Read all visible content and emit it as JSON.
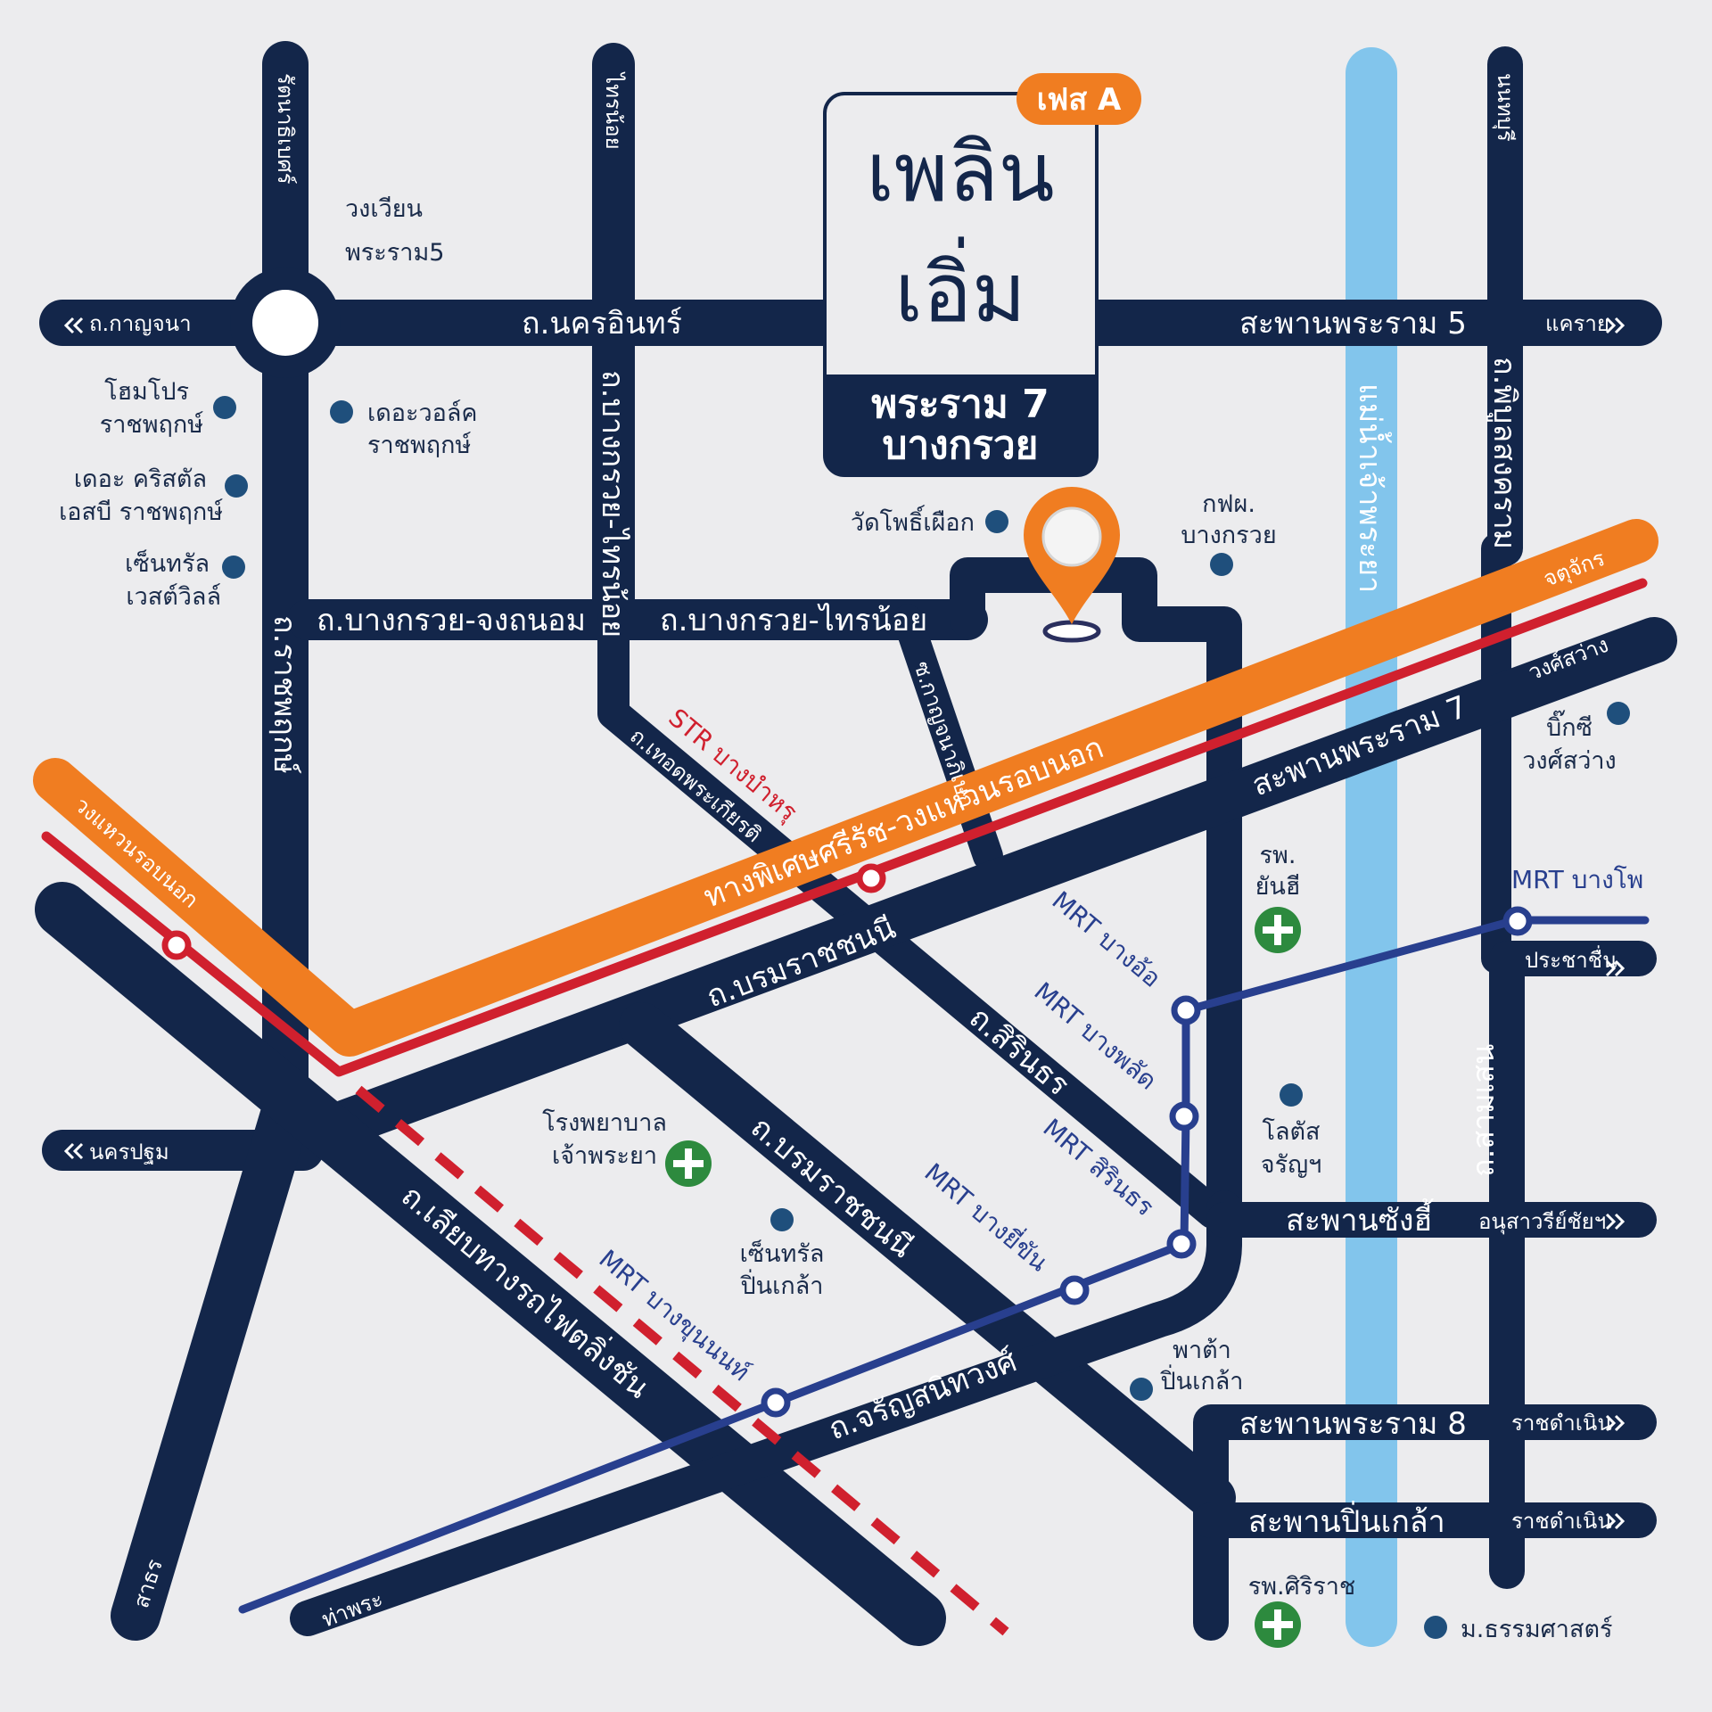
{
  "logo": {
    "badge": "เฟส A",
    "name_line1": "เพลิน",
    "name_line2": "เอิ่ม",
    "location_line1": "พระราม 7",
    "location_line2": "บางกรวย"
  },
  "roads": {
    "ratchaphruek_top": "รัตนาธิเบศร์",
    "sai_noi_top": "ไทรน้อย",
    "nonthaburi_top": "นนทบุรี",
    "roundabout_line1": "วงเวียน",
    "roundabout_line2": "พระราม5",
    "kanchana": "ถ.กาญจนา",
    "nakhon_in": "ถ.นครอินทร์",
    "rama5_bridge": "สะพานพระราม 5",
    "khae_rai": "แคราย",
    "bangkruai_saino_vertical": "ถ.บางกรวย-ไทรน้อย",
    "phibun": "ถ.พิบูลสงคราม",
    "ratchaphruek_v": "ถ.ราชพฤกษ์",
    "bangkruai_jongthanom": "ถ.บางกรวย-จงถนอม",
    "bangkruai_sainoi_h": "ถ.บางกรวย-ไทรน้อย",
    "soi_kanjanathit": "ซ.กาญจนาภิเษก",
    "thoet_phrakiat": "ถ.เทอดพระเกียรติ",
    "chatuchak": "จตุจักร",
    "wongsawang": "วงศ์สว่าง",
    "rama7_bridge": "สะพานพระราม 7",
    "outer_ring_left": "วงแหวนรอบนอก",
    "expressway": "ทางพิเศษศรีรัช-วงแหวนรอบนอก",
    "borommaratchachonnani_1": "ถ.บรมราชชนนี",
    "sirinthorn": "ถ.สิรินธร",
    "prachachuen": "ประชาชื่น",
    "samsen": "ถ.สามเสน",
    "nakhon_pathom": "นครปฐม",
    "borommaratchachonnani_2": "ถ.บรมราชชนนี",
    "sang_hi_bridge": "สะพานซังฮี้",
    "victory_monument": "อนุสาวรีย์ชัยฯ",
    "liap_rotfai": "ถ.เลียบทางรถไฟตลิ่งชัน",
    "charansanitwong": "ถ.จรัญสนิทวงศ์",
    "rama8_bridge": "สะพานพระราม 8",
    "ratchadamnoen_1": "ราชดำเนิน",
    "pinklao_bridge": "สะพานปิ่นเกล้า",
    "ratchadamnoen_2": "ราชดำเนิน",
    "sathon": "สาธร",
    "tha_phra": "ท่าพระ",
    "river": "แม่น้ำเจ้าพระยา"
  },
  "transit": {
    "str_bang_bamru": "STR บางบำหรุ",
    "mrt_bang_pho": "MRT บางโพ",
    "mrt_bang_o": "MRT บางอ้อ",
    "mrt_bang_phlat": "MRT บางพลัด",
    "mrt_sirinthorn": "MRT สิรินธร",
    "mrt_bang_yikhan": "MRT บางยี่ขัน",
    "mrt_bang_khun_non": "MRT บางขุนนนท์"
  },
  "places": {
    "homepro_1": "โฮมโปร",
    "homepro_2": "ราชพฤกษ์",
    "crystal_1": "เดอะ คริสตัล",
    "crystal_2": "เอสบี ราชพฤกษ์",
    "central_west_1": "เซ็นทรัล",
    "central_west_2": "เวสต์วิลล์",
    "walk_1": "เดอะวอล์ค",
    "walk_2": "ราชพฤกษ์",
    "wat_1": "วัดโพธิ์เผือก",
    "egat_1": "กฟผ.",
    "egat_2": "บางกรวย",
    "bigc_1": "บิ๊กซี",
    "bigc_2": "วงศ์สว่าง",
    "yanhee_1": "รพ.",
    "yanhee_2": "ยันฮี",
    "chaophraya_1": "โรงพยาบาล",
    "chaophraya_2": "เจ้าพระยา",
    "lotus_1": "โลตัส",
    "lotus_2": "จรัญฯ",
    "central_pinklao_1": "เซ็นทรัล",
    "central_pinklao_2": "ปิ่นเกล้า",
    "pata_1": "พาต้า",
    "pata_2": "ปิ่นเกล้า",
    "siriraj": "รพ.ศิริราช",
    "thammasat": "ม.ธรรมศาสตร์"
  },
  "colors": {
    "road": "#13264a",
    "expressway": "#f07d21",
    "str_line": "#d0202e",
    "mrt_line": "#283f8e",
    "river": "#82c5ec",
    "hospital": "#2d8a3e",
    "poi_dot": "#1f4f7c"
  }
}
